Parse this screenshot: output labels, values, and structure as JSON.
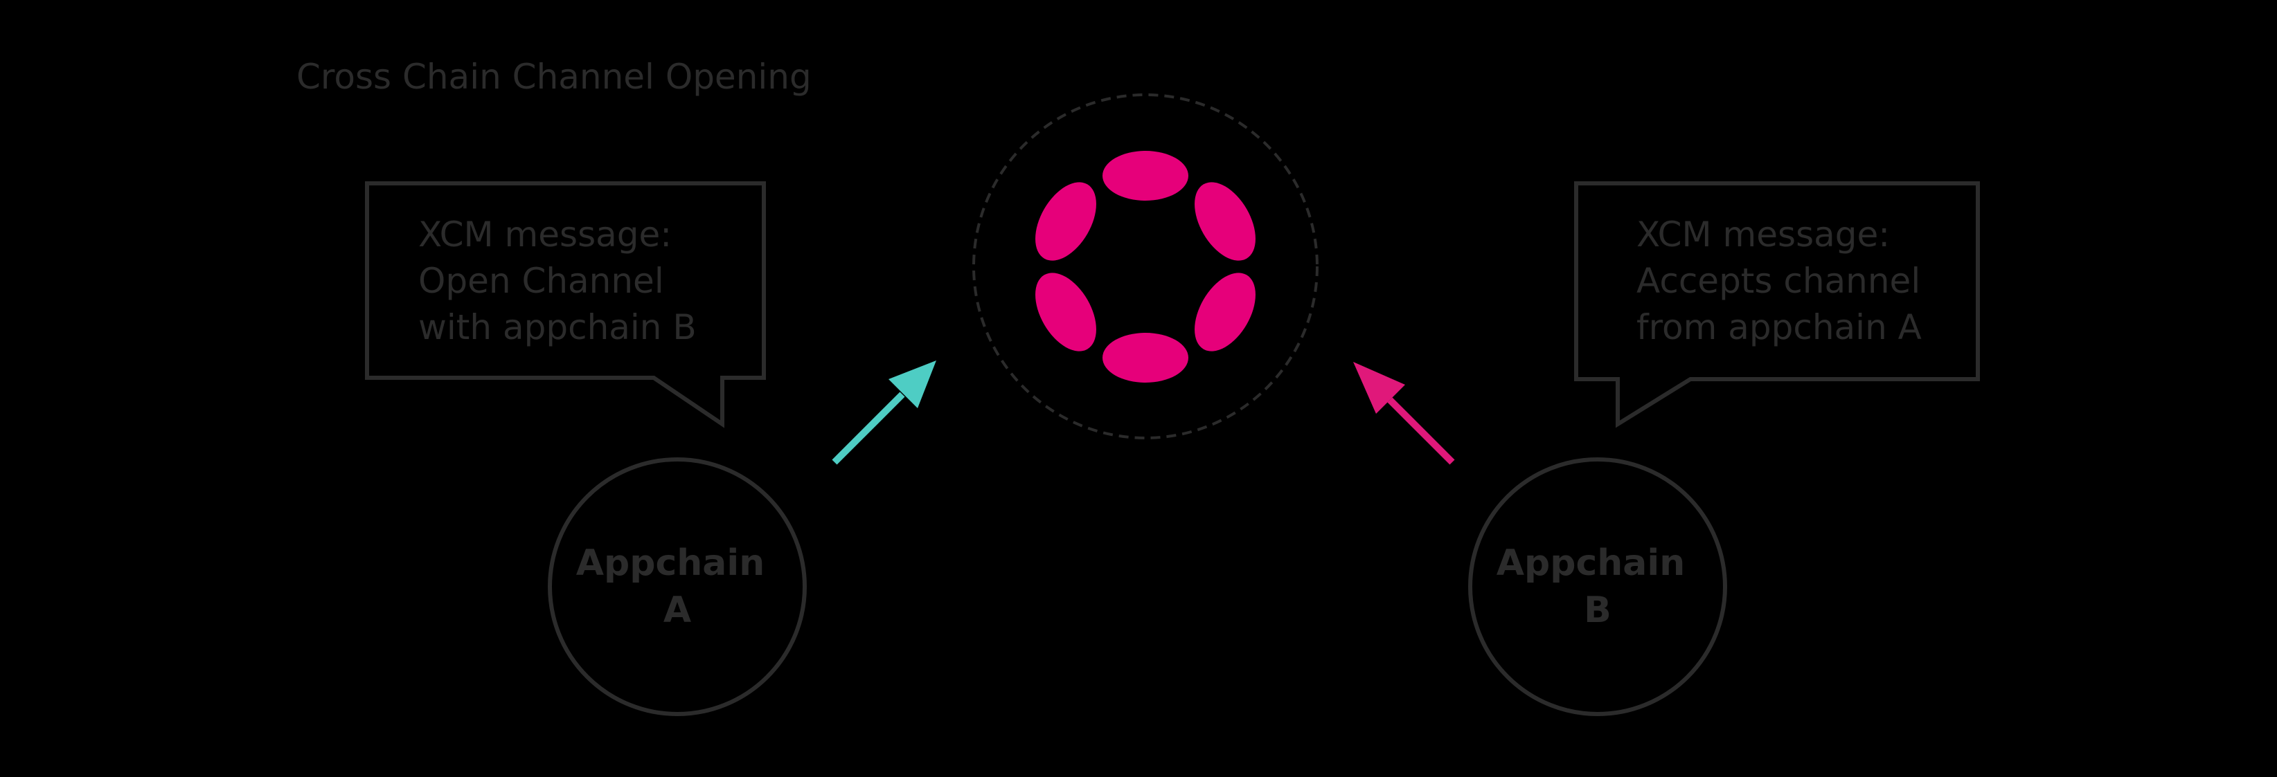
{
  "diagram": {
    "title": "Cross Chain Channel Opening",
    "bubble_left": {
      "lines": [
        "XCM message:",
        "Open Channel",
        "with appchain B"
      ]
    },
    "bubble_right": {
      "lines": [
        "XCM message:",
        "Accepts channel",
        "from appchain A"
      ]
    },
    "node_a": {
      "lines": [
        "Appchain",
        "A"
      ]
    },
    "node_b": {
      "lines": [
        "Appchain",
        "B"
      ]
    },
    "hub": {
      "icon": "polkadot-relay-chain-icon",
      "color": "#e6007a"
    },
    "arrow_left_color": "#4ecdc4",
    "arrow_right_color": "#e0187a",
    "outline_color": "#2b2b2b"
  }
}
